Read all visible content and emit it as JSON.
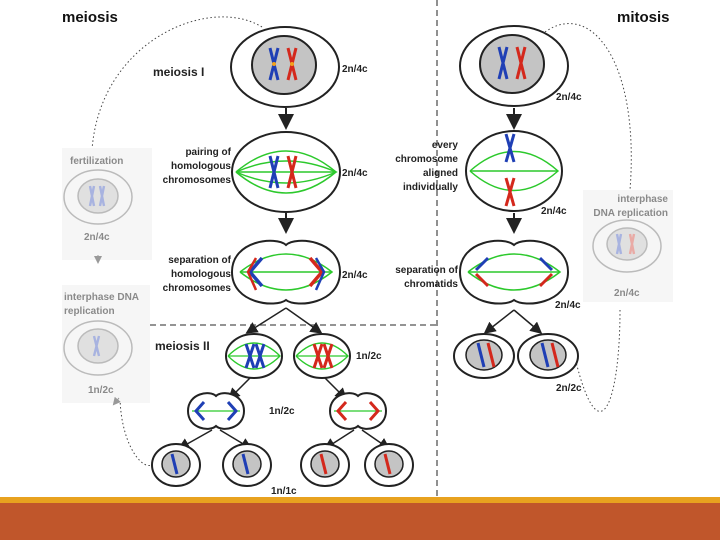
{
  "titles": {
    "meiosis": "meiosis",
    "mitosis": "mitosis"
  },
  "stages": {
    "meiosis_1": "meiosis I",
    "meiosis_2": "meiosis II",
    "pairing": [
      "pairing of",
      "homologous",
      "chromosomes"
    ],
    "separation_homologous": [
      "separation of",
      "homologous",
      "chromosomes"
    ],
    "aligned": [
      "every",
      "chromosome",
      "aligned",
      "individually"
    ],
    "separation_chromatids": [
      "separation of",
      "chromatids"
    ],
    "fertilization": "fertilization",
    "interphase_left": [
      "interphase DNA",
      "replication"
    ],
    "interphase_right": [
      "interphase",
      "DNA replication"
    ]
  },
  "ploidy": {
    "m1_top": "2n/4c",
    "m1_pairing": "2n/4c",
    "m1_separation": "2n/4c",
    "m2_pair": "1n/2c",
    "m2_division": "1n/2c",
    "gametes": "1n/1c",
    "mit_top": "2n/4c",
    "mit_aligned": "2n/4c",
    "mit_separation": "2n/4c",
    "mit_daughters": "2n/2c",
    "fertilization": "2n/4c",
    "interphase_left": "1n/2c",
    "interphase_right": "2n/4c"
  },
  "colors": {
    "accent_orange": "#c0562b",
    "accent_thin": "#e8a21f",
    "chromosome_blue": "#1f3fb5",
    "chromosome_red": "#d4281c",
    "centromere_orange": "#f3a21c",
    "spindle_green": "#2cc92c",
    "nucleus_gray": "#c4c4c4"
  }
}
